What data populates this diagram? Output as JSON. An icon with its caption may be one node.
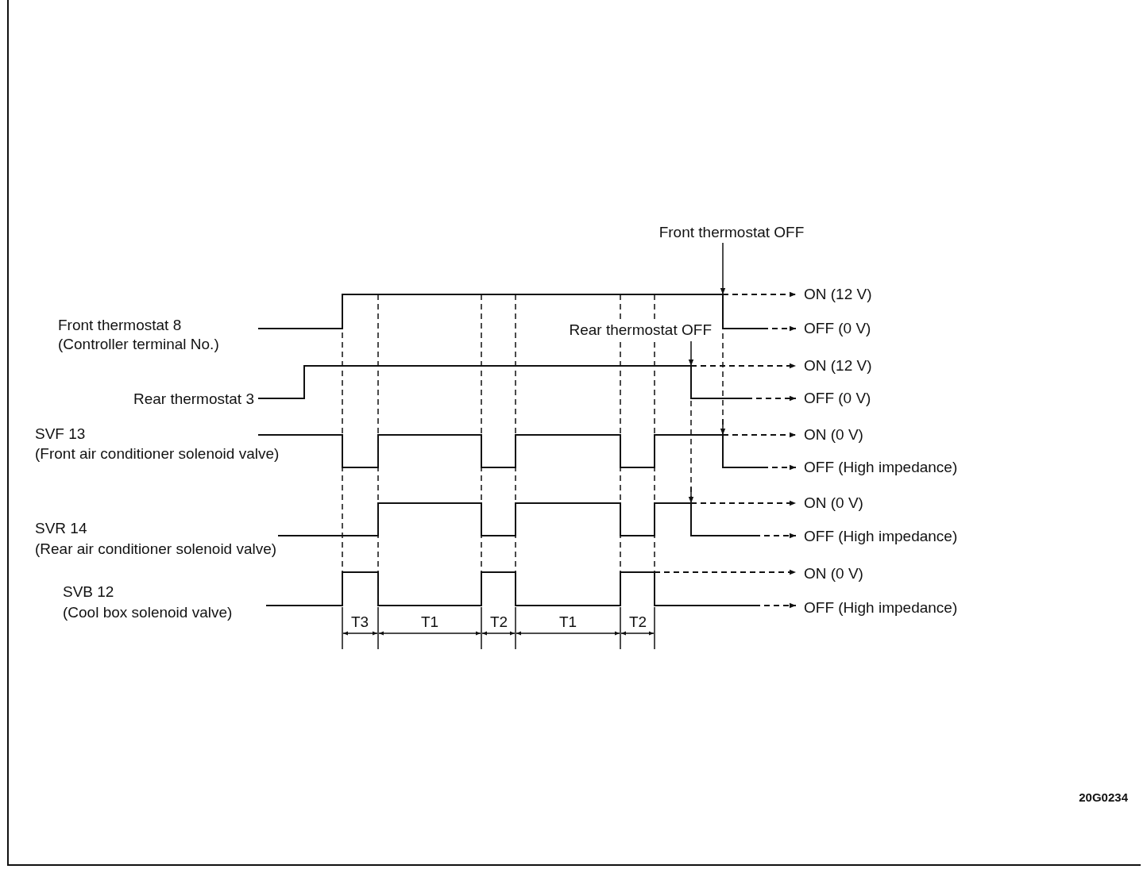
{
  "diagram": {
    "labels": [
      "Front thermostat OFF",
      "ON (12 V)",
      "Front thermostat 8",
      "(Controller terminal No.)",
      "Rear thermostat OFF",
      "OFF (0 V)",
      "ON (12 V)",
      "Rear thermostat 3",
      "OFF (0 V)",
      "SVF 13",
      "ON (0 V)",
      "(Front air conditioner solenoid valve)",
      "OFF (High impedance)",
      "ON (0 V)",
      "SVR 14",
      "(Rear air conditioner solenoid valve)",
      "OFF (High impedance)",
      "ON (0 V)",
      "SVB 12",
      "(Cool box solenoid valve)",
      "OFF (High impedance)",
      "T3",
      "T1",
      "T2",
      "T1",
      "T2",
      "20G0234"
    ]
  }
}
